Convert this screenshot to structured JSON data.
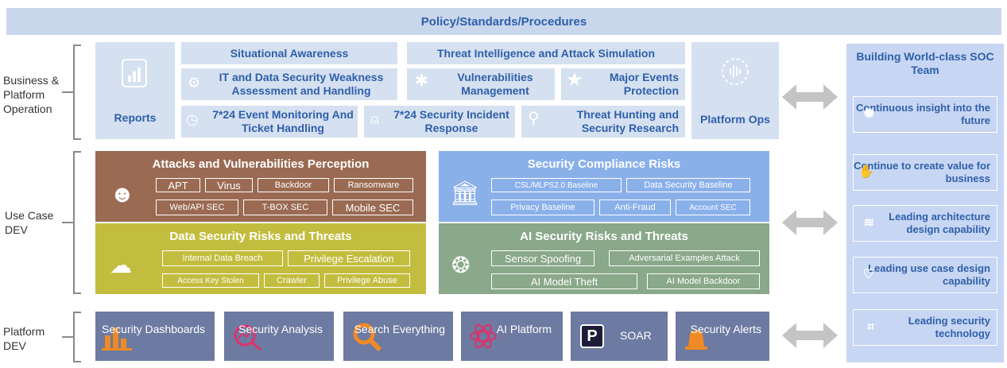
{
  "banner": "Policy/Standards/Procedures",
  "left_labels": {
    "business": "Business & Platform Operation",
    "usecase": "Use Case DEV",
    "platform": "Platform DEV"
  },
  "business": {
    "reports": "Reports",
    "situational": "Situational Awareness",
    "threat_intel": "Threat Intelligence and Attack Simulation",
    "weakness": "IT and Data Security Weakness Assessment and Handling",
    "vulns": "Vulnerabilities Management",
    "major_events": "Major Events Protection",
    "event_monitoring": "7*24 Event Monitoring And Ticket Handling",
    "incident_response": "7*24 Security Incident Response",
    "threat_hunting": "Threat Hunting and Security Research",
    "platform_ops": "Platform Ops"
  },
  "usecase": {
    "attacks": {
      "title": "Attacks and Vulnerabilities Perception",
      "tags": [
        "APT",
        "Virus",
        "Backdoor",
        "Ransomware",
        "Web/API SEC",
        "T-BOX SEC",
        "Mobile SEC"
      ]
    },
    "compliance": {
      "title": "Security Compliance Risks",
      "tags": [
        "CSL/MLPS2.0 Baseline",
        "Data Security Baseline",
        "Privacy Baseline",
        "Anti-Fraud",
        "Account SEC"
      ]
    },
    "data": {
      "title": "Data Security Risks and Threats",
      "tags": [
        "Internal Data Breach",
        "Privilege Escalation",
        "Access Key Stolen",
        "Crawler",
        "Privilege Abuse"
      ]
    },
    "ai": {
      "title": "AI Security Risks and Threats",
      "tags": [
        "Sensor Spoofing",
        "Adversarial Examples Attack",
        "AI Model Theft",
        "AI Model Backdoor"
      ]
    }
  },
  "platform": {
    "items": [
      "Security Dashboards",
      "Security Analysis",
      "Search Everything",
      "AI Platform",
      "SOAR",
      "Security Alerts"
    ]
  },
  "soc": {
    "title": "Building World-class SOC Team",
    "items": [
      "Continuous insight into the future",
      "Continue to create value for business",
      "Leading architecture design capability",
      "Leading use case design capability",
      "Leading security technology"
    ]
  },
  "colors": {
    "attacks": "#9a6a52",
    "compliance": "#8ab0ea",
    "data": "#c3bd3f",
    "ai": "#8aa88a",
    "platform_box": "#6d7aa1"
  }
}
